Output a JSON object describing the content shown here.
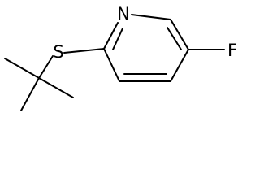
{
  "structure": {
    "atoms": {
      "nitrogen": "N",
      "sulfur": "S",
      "fluorine": "F"
    },
    "colors": {
      "bonds": "#000000",
      "labels": "#000000",
      "background": "#ffffff"
    }
  }
}
